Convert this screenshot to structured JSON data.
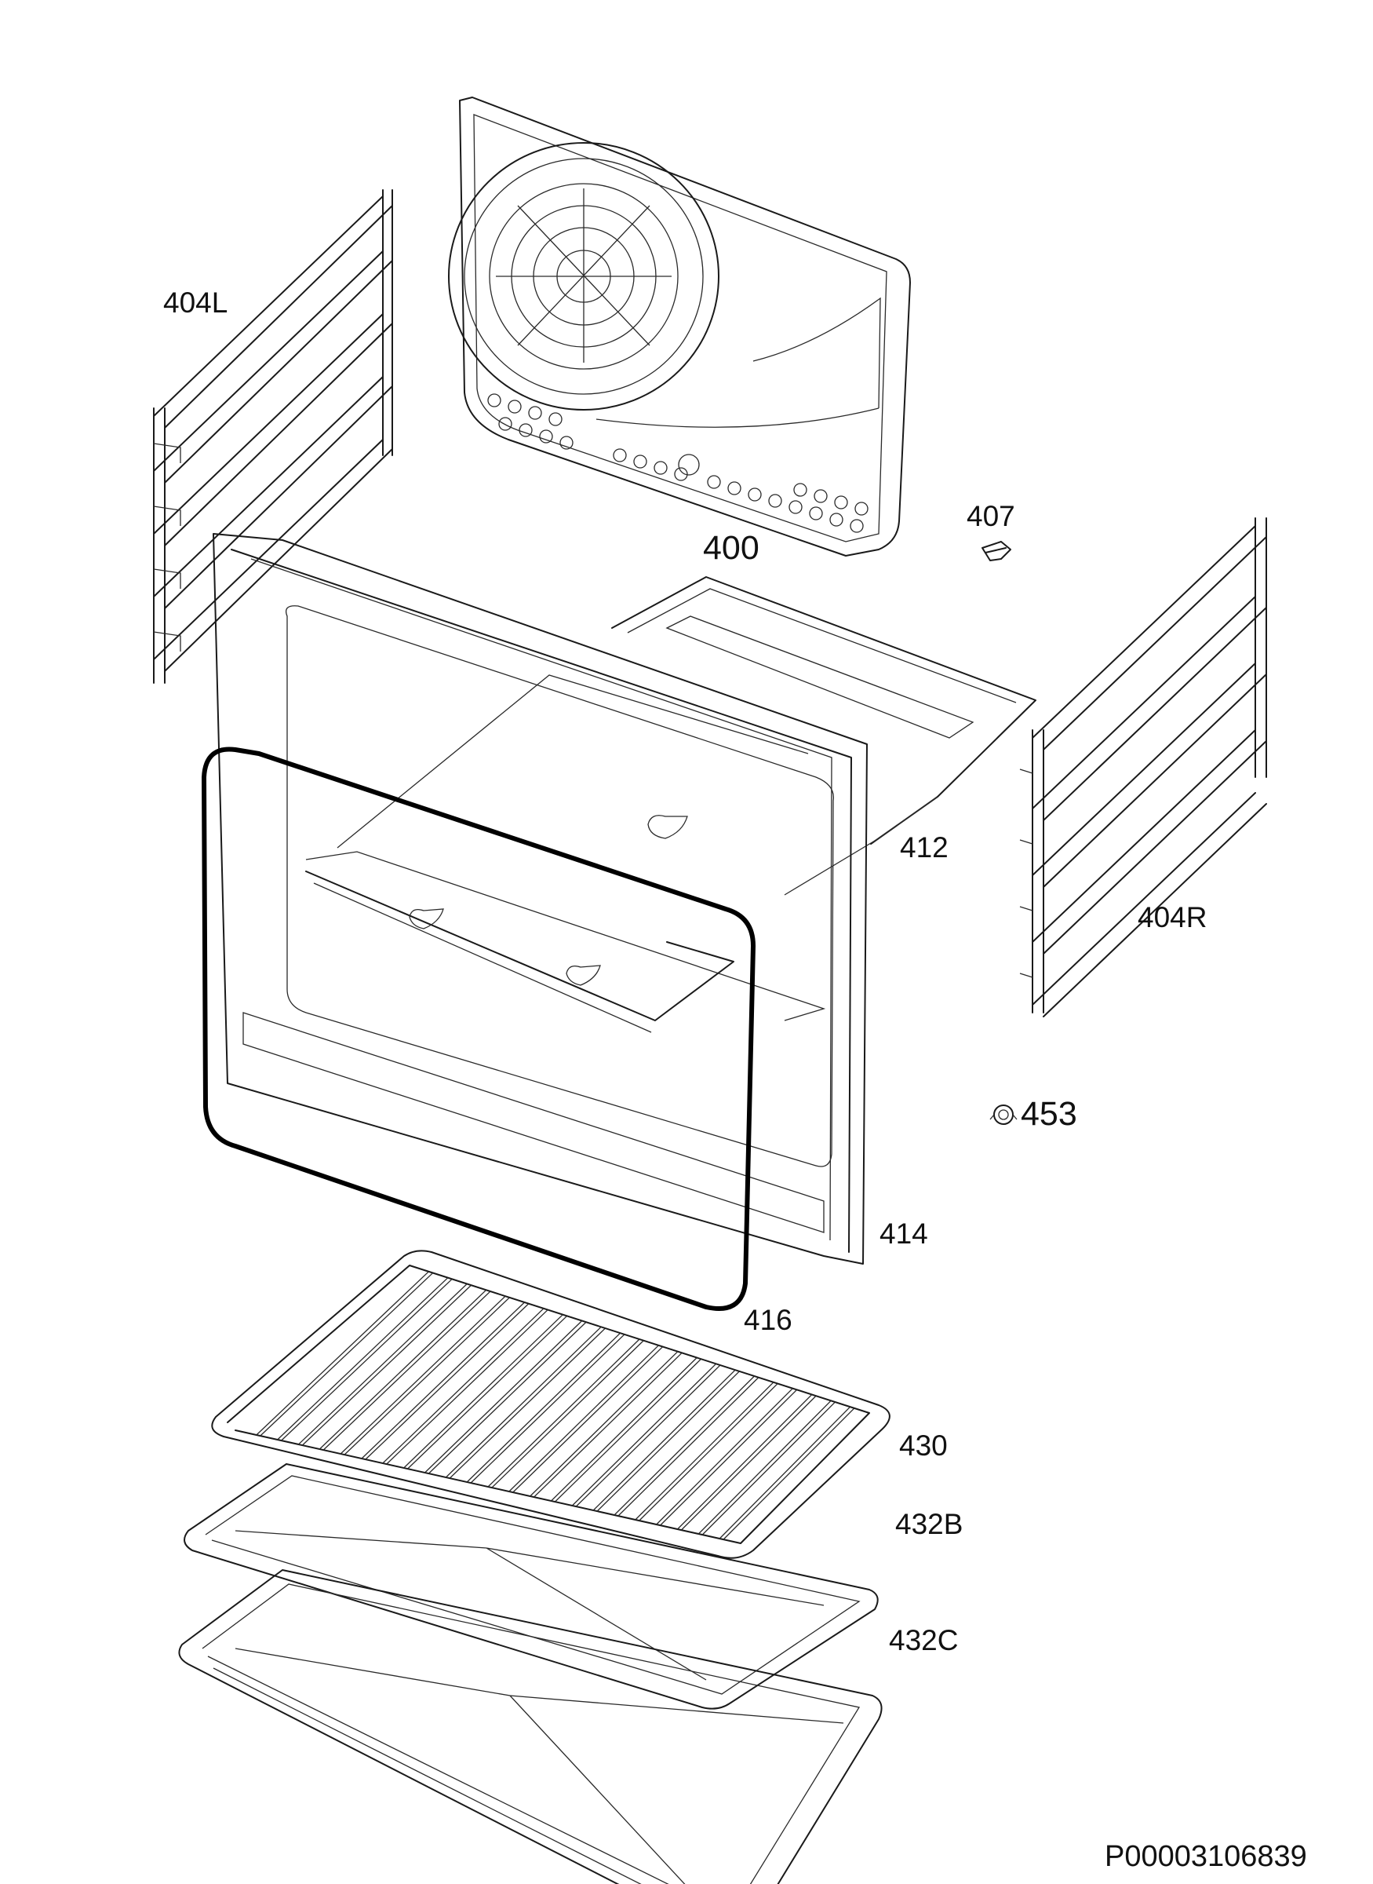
{
  "diagram": {
    "reference_code": "P00003106839",
    "parts": [
      {
        "id": "back-panel",
        "label": "400"
      },
      {
        "id": "left-shelf-support",
        "label": "404L"
      },
      {
        "id": "right-shelf-support",
        "label": "404R"
      },
      {
        "id": "clip",
        "label": "407"
      },
      {
        "id": "oven-cavity",
        "label": "412"
      },
      {
        "id": "front-frame",
        "label": "414"
      },
      {
        "id": "door-seal",
        "label": "416"
      },
      {
        "id": "wire-grid",
        "label": "430"
      },
      {
        "id": "shallow-tray",
        "label": "432B"
      },
      {
        "id": "deep-tray",
        "label": "432C"
      },
      {
        "id": "lamp",
        "label": "453"
      }
    ]
  }
}
